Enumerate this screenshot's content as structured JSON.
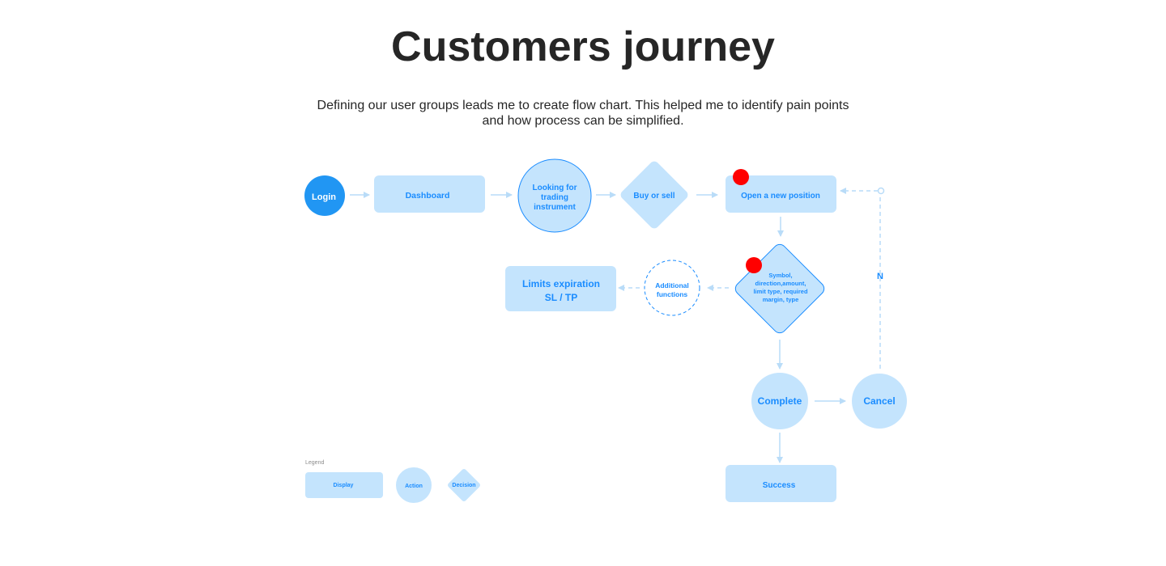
{
  "header": {
    "title": "Customers journey",
    "subtitle_line1": "Defining our user groups leads me to create flow chart. This helped me to identify pain points",
    "subtitle_line2": "and how process can be simplified."
  },
  "colors": {
    "node_fill": "#c4e4fd",
    "node_stroke": "#1a8cff",
    "primary": "#2196f3",
    "text": "#1a8cff",
    "connector": "#b9dcf8",
    "pain_point": "#ff0000"
  },
  "nodes": {
    "login": "Login",
    "dashboard": "Dashboard",
    "looking": [
      "Looking for",
      "trading",
      "instrument"
    ],
    "buy_sell": "Buy or sell",
    "open_position": "Open a new position",
    "details": [
      "Symbol,",
      "direction,amount,",
      "limit type, required",
      "margin, type"
    ],
    "additional": [
      "Additional",
      "functions"
    ],
    "limits": [
      "Limits expiration",
      "SL / TP"
    ],
    "complete": "Complete",
    "cancel": "Cancel",
    "success": "Success",
    "no_label": "N"
  },
  "legend": {
    "title": "Legend",
    "display": "Display",
    "action": "Action",
    "decision": "Decision"
  }
}
